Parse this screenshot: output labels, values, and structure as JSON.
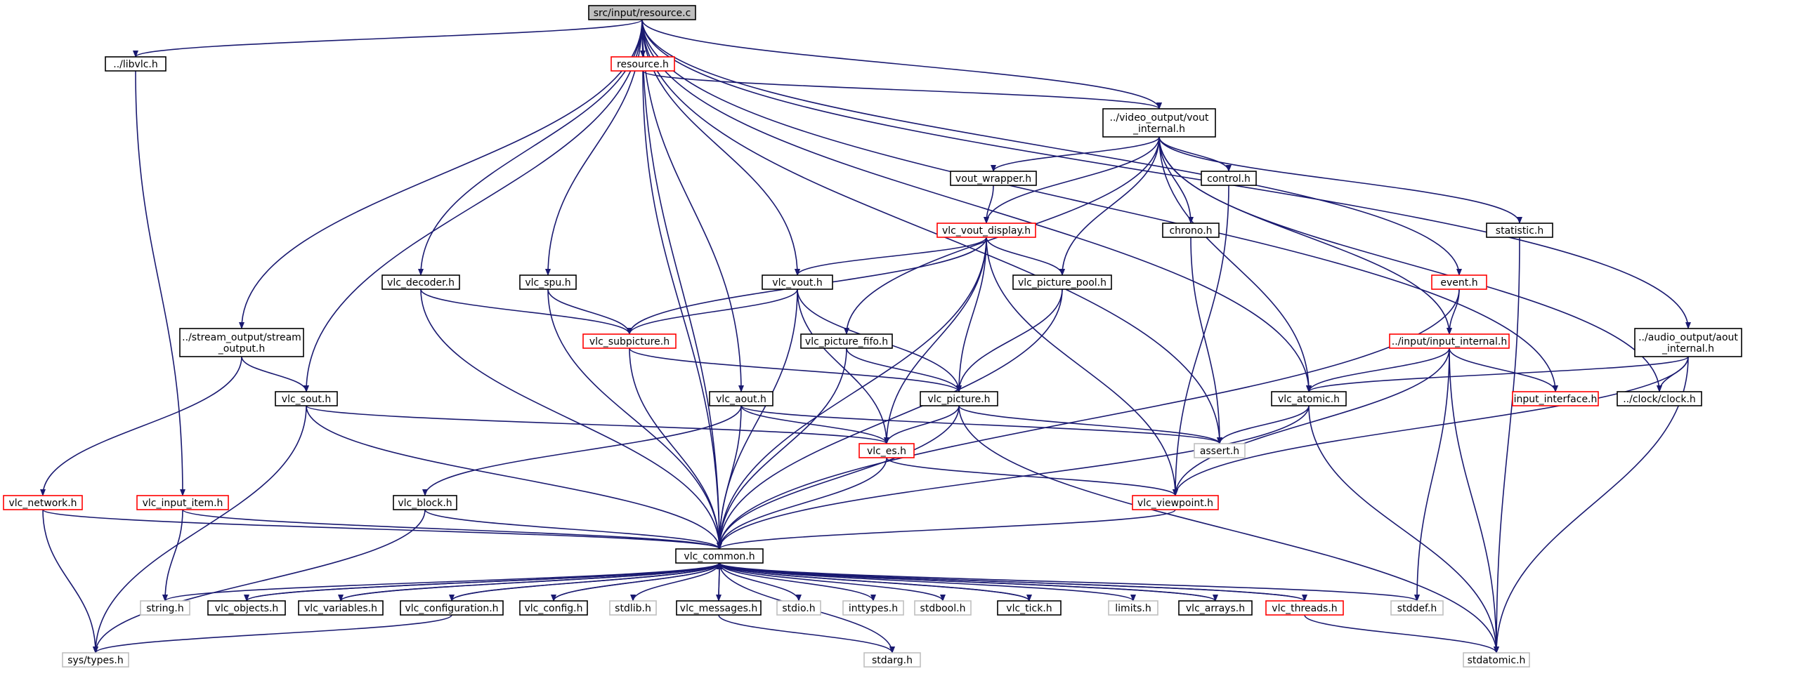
{
  "diagram": {
    "nodes": [
      {
        "id": "root",
        "lines": [
          "src/input/resource.c"
        ],
        "style": "root"
      },
      {
        "id": "libvlc",
        "lines": [
          "../libvlc.h"
        ],
        "style": "normal"
      },
      {
        "id": "resource",
        "lines": [
          "resource.h"
        ],
        "style": "red"
      },
      {
        "id": "vout_internal",
        "lines": [
          "../video_output/vout",
          "_internal.h"
        ],
        "style": "normal"
      },
      {
        "id": "vout_wrapper",
        "lines": [
          "vout_wrapper.h"
        ],
        "style": "normal"
      },
      {
        "id": "control",
        "lines": [
          "control.h"
        ],
        "style": "normal"
      },
      {
        "id": "chrono",
        "lines": [
          "chrono.h"
        ],
        "style": "normal"
      },
      {
        "id": "statistic",
        "lines": [
          "statistic.h"
        ],
        "style": "normal"
      },
      {
        "id": "vlc_vout_display",
        "lines": [
          "vlc_vout_display.h"
        ],
        "style": "red"
      },
      {
        "id": "vlc_decoder",
        "lines": [
          "vlc_decoder.h"
        ],
        "style": "normal"
      },
      {
        "id": "vlc_spu",
        "lines": [
          "vlc_spu.h"
        ],
        "style": "normal"
      },
      {
        "id": "vlc_vout",
        "lines": [
          "vlc_vout.h"
        ],
        "style": "normal"
      },
      {
        "id": "vlc_picture_pool",
        "lines": [
          "vlc_picture_pool.h"
        ],
        "style": "normal"
      },
      {
        "id": "event",
        "lines": [
          "event.h"
        ],
        "style": "red"
      },
      {
        "id": "stream_output",
        "lines": [
          "../stream_output/stream",
          "_output.h"
        ],
        "style": "normal"
      },
      {
        "id": "vlc_subpicture",
        "lines": [
          "vlc_subpicture.h"
        ],
        "style": "red"
      },
      {
        "id": "vlc_picture_fifo",
        "lines": [
          "vlc_picture_fifo.h"
        ],
        "style": "normal"
      },
      {
        "id": "input_internal",
        "lines": [
          "../input/input_internal.h"
        ],
        "style": "red"
      },
      {
        "id": "aout_internal",
        "lines": [
          "../audio_output/aout",
          "_internal.h"
        ],
        "style": "normal"
      },
      {
        "id": "vlc_sout",
        "lines": [
          "vlc_sout.h"
        ],
        "style": "normal"
      },
      {
        "id": "vlc_aout",
        "lines": [
          "vlc_aout.h"
        ],
        "style": "normal"
      },
      {
        "id": "vlc_picture",
        "lines": [
          "vlc_picture.h"
        ],
        "style": "normal"
      },
      {
        "id": "vlc_atomic",
        "lines": [
          "vlc_atomic.h"
        ],
        "style": "normal"
      },
      {
        "id": "input_interface",
        "lines": [
          "input_interface.h"
        ],
        "style": "red"
      },
      {
        "id": "clock",
        "lines": [
          "../clock/clock.h"
        ],
        "style": "normal"
      },
      {
        "id": "assert",
        "lines": [
          "assert.h"
        ],
        "style": "gray"
      },
      {
        "id": "vlc_es",
        "lines": [
          "vlc_es.h"
        ],
        "style": "red"
      },
      {
        "id": "vlc_network",
        "lines": [
          "vlc_network.h"
        ],
        "style": "red"
      },
      {
        "id": "vlc_input_item",
        "lines": [
          "vlc_input_item.h"
        ],
        "style": "red"
      },
      {
        "id": "vlc_block",
        "lines": [
          "vlc_block.h"
        ],
        "style": "normal"
      },
      {
        "id": "vlc_viewpoint",
        "lines": [
          "vlc_viewpoint.h"
        ],
        "style": "red"
      },
      {
        "id": "vlc_common",
        "lines": [
          "vlc_common.h"
        ],
        "style": "normal"
      },
      {
        "id": "string",
        "lines": [
          "string.h"
        ],
        "style": "gray"
      },
      {
        "id": "vlc_objects",
        "lines": [
          "vlc_objects.h"
        ],
        "style": "normal"
      },
      {
        "id": "vlc_variables",
        "lines": [
          "vlc_variables.h"
        ],
        "style": "normal"
      },
      {
        "id": "vlc_configuration",
        "lines": [
          "vlc_configuration.h"
        ],
        "style": "normal"
      },
      {
        "id": "vlc_config",
        "lines": [
          "vlc_config.h"
        ],
        "style": "normal"
      },
      {
        "id": "stdlib",
        "lines": [
          "stdlib.h"
        ],
        "style": "gray"
      },
      {
        "id": "vlc_messages",
        "lines": [
          "vlc_messages.h"
        ],
        "style": "normal"
      },
      {
        "id": "stdio",
        "lines": [
          "stdio.h"
        ],
        "style": "gray"
      },
      {
        "id": "inttypes",
        "lines": [
          "inttypes.h"
        ],
        "style": "gray"
      },
      {
        "id": "stdbool",
        "lines": [
          "stdbool.h"
        ],
        "style": "gray"
      },
      {
        "id": "vlc_tick",
        "lines": [
          "vlc_tick.h"
        ],
        "style": "normal"
      },
      {
        "id": "limits",
        "lines": [
          "limits.h"
        ],
        "style": "gray"
      },
      {
        "id": "vlc_arrays",
        "lines": [
          "vlc_arrays.h"
        ],
        "style": "normal"
      },
      {
        "id": "vlc_threads",
        "lines": [
          "vlc_threads.h"
        ],
        "style": "red"
      },
      {
        "id": "stddef",
        "lines": [
          "stddef.h"
        ],
        "style": "gray"
      },
      {
        "id": "sys_types",
        "lines": [
          "sys/types.h"
        ],
        "style": "gray"
      },
      {
        "id": "stdarg",
        "lines": [
          "stdarg.h"
        ],
        "style": "gray"
      },
      {
        "id": "stdatomic",
        "lines": [
          "stdatomic.h"
        ],
        "style": "gray"
      }
    ],
    "edges": [
      [
        "root",
        "libvlc"
      ],
      [
        "root",
        "resource"
      ],
      [
        "root",
        "vout_internal"
      ],
      [
        "root",
        "vlc_decoder"
      ],
      [
        "root",
        "vlc_spu"
      ],
      [
        "root",
        "vlc_vout"
      ],
      [
        "root",
        "event"
      ],
      [
        "root",
        "stream_output"
      ],
      [
        "root",
        "aout_internal"
      ],
      [
        "root",
        "vlc_sout"
      ],
      [
        "root",
        "vlc_aout"
      ],
      [
        "root",
        "vlc_atomic"
      ],
      [
        "root",
        "input_interface"
      ],
      [
        "root",
        "assert"
      ],
      [
        "root",
        "vlc_common"
      ],
      [
        "libvlc",
        "vlc_input_item"
      ],
      [
        "resource",
        "vout_internal"
      ],
      [
        "resource",
        "vlc_common"
      ],
      [
        "vout_internal",
        "vout_wrapper"
      ],
      [
        "vout_internal",
        "control"
      ],
      [
        "vout_internal",
        "chrono"
      ],
      [
        "vout_internal",
        "statistic"
      ],
      [
        "vout_internal",
        "vlc_vout_display"
      ],
      [
        "vout_internal",
        "vlc_picture_pool"
      ],
      [
        "vout_internal",
        "vlc_picture_fifo"
      ],
      [
        "vout_internal",
        "input_internal"
      ],
      [
        "vout_internal",
        "vlc_atomic"
      ],
      [
        "vout_internal",
        "clock"
      ],
      [
        "vout_wrapper",
        "vlc_vout_display"
      ],
      [
        "control",
        "vlc_viewpoint"
      ],
      [
        "chrono",
        "assert"
      ],
      [
        "statistic",
        "stdatomic"
      ],
      [
        "vlc_vout_display",
        "vlc_vout"
      ],
      [
        "vlc_vout_display",
        "vlc_subpicture"
      ],
      [
        "vlc_vout_display",
        "vlc_picture_pool"
      ],
      [
        "vlc_vout_display",
        "vlc_picture"
      ],
      [
        "vlc_vout_display",
        "vlc_es"
      ],
      [
        "vlc_vout_display",
        "vlc_viewpoint"
      ],
      [
        "vlc_vout_display",
        "vlc_common"
      ],
      [
        "vlc_decoder",
        "vlc_subpicture"
      ],
      [
        "vlc_decoder",
        "vlc_common"
      ],
      [
        "vlc_spu",
        "vlc_subpicture"
      ],
      [
        "vlc_spu",
        "vlc_common"
      ],
      [
        "vlc_vout",
        "vlc_subpicture"
      ],
      [
        "vlc_vout",
        "vlc_picture"
      ],
      [
        "vlc_vout",
        "vlc_es"
      ],
      [
        "vlc_vout",
        "vlc_common"
      ],
      [
        "vlc_picture_pool",
        "vlc_picture"
      ],
      [
        "vlc_picture_pool",
        "vlc_common"
      ],
      [
        "event",
        "input_internal"
      ],
      [
        "event",
        "vlc_common"
      ],
      [
        "stream_output",
        "vlc_sout"
      ],
      [
        "stream_output",
        "vlc_network"
      ],
      [
        "vlc_subpicture",
        "vlc_picture"
      ],
      [
        "vlc_subpicture",
        "vlc_common"
      ],
      [
        "vlc_picture_fifo",
        "vlc_picture"
      ],
      [
        "vlc_picture_fifo",
        "vlc_common"
      ],
      [
        "input_internal",
        "vlc_atomic"
      ],
      [
        "input_internal",
        "input_interface"
      ],
      [
        "input_internal",
        "vlc_viewpoint"
      ],
      [
        "input_internal",
        "stddef"
      ],
      [
        "input_internal",
        "stdatomic"
      ],
      [
        "aout_internal",
        "vlc_atomic"
      ],
      [
        "aout_internal",
        "clock"
      ],
      [
        "aout_internal",
        "vlc_viewpoint"
      ],
      [
        "aout_internal",
        "stdatomic"
      ],
      [
        "vlc_sout",
        "vlc_es"
      ],
      [
        "vlc_sout",
        "vlc_common"
      ],
      [
        "vlc_sout",
        "sys_types"
      ],
      [
        "vlc_aout",
        "vlc_es"
      ],
      [
        "vlc_aout",
        "vlc_block"
      ],
      [
        "vlc_aout",
        "vlc_common"
      ],
      [
        "vlc_aout",
        "assert"
      ],
      [
        "vlc_picture",
        "vlc_es"
      ],
      [
        "vlc_picture",
        "assert"
      ],
      [
        "vlc_picture",
        "vlc_common"
      ],
      [
        "vlc_picture",
        "stdatomic"
      ],
      [
        "vlc_atomic",
        "assert"
      ],
      [
        "vlc_atomic",
        "vlc_common"
      ],
      [
        "vlc_atomic",
        "stdatomic"
      ],
      [
        "vlc_es",
        "vlc_viewpoint"
      ],
      [
        "vlc_es",
        "vlc_common"
      ],
      [
        "vlc_network",
        "vlc_common"
      ],
      [
        "vlc_network",
        "sys_types"
      ],
      [
        "vlc_input_item",
        "vlc_common"
      ],
      [
        "vlc_input_item",
        "string"
      ],
      [
        "vlc_block",
        "vlc_common"
      ],
      [
        "vlc_block",
        "sys_types"
      ],
      [
        "vlc_viewpoint",
        "vlc_common"
      ],
      [
        "vlc_common",
        "string"
      ],
      [
        "vlc_common",
        "vlc_objects"
      ],
      [
        "vlc_common",
        "vlc_variables"
      ],
      [
        "vlc_common",
        "vlc_configuration"
      ],
      [
        "vlc_common",
        "vlc_config"
      ],
      [
        "vlc_common",
        "stdlib"
      ],
      [
        "vlc_common",
        "vlc_messages"
      ],
      [
        "vlc_common",
        "stdio"
      ],
      [
        "vlc_common",
        "inttypes"
      ],
      [
        "vlc_common",
        "stdbool"
      ],
      [
        "vlc_common",
        "vlc_tick"
      ],
      [
        "vlc_common",
        "limits"
      ],
      [
        "vlc_common",
        "vlc_arrays"
      ],
      [
        "vlc_common",
        "vlc_threads"
      ],
      [
        "vlc_common",
        "stddef"
      ],
      [
        "vlc_common",
        "stdarg"
      ],
      [
        "vlc_objects",
        "vlc_common"
      ],
      [
        "vlc_variables",
        "vlc_common"
      ],
      [
        "vlc_configuration",
        "vlc_common"
      ],
      [
        "vlc_config",
        "vlc_common"
      ],
      [
        "vlc_messages",
        "vlc_common"
      ],
      [
        "vlc_tick",
        "vlc_common"
      ],
      [
        "vlc_arrays",
        "vlc_common"
      ],
      [
        "vlc_threads",
        "vlc_common"
      ],
      [
        "vlc_configuration",
        "sys_types"
      ],
      [
        "vlc_messages",
        "stdarg"
      ],
      [
        "vlc_threads",
        "stdatomic"
      ]
    ]
  }
}
